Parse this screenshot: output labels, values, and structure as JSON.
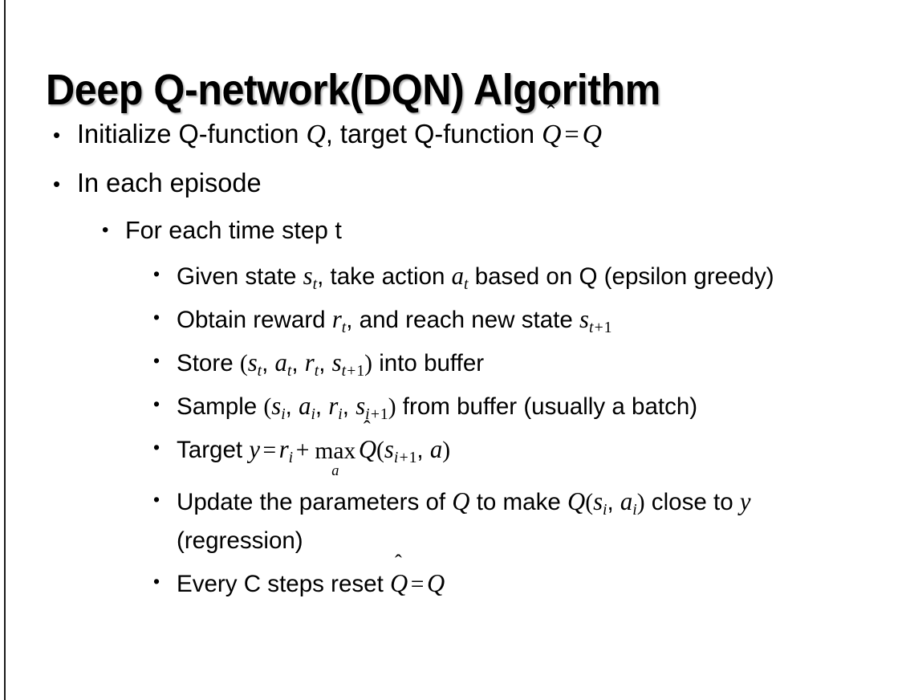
{
  "slide": {
    "title": "Deep Q-network(DQN) Algorithm",
    "background_color": "#ffffff",
    "text_color": "#000000",
    "bullet_glyph": "•"
  },
  "content": {
    "bullets": [
      {
        "level": 1,
        "plain_text": "Initialize Q-function Q, target Q-function Q̂ = Q",
        "segments": [
          {
            "kind": "text",
            "value": "Initialize Q-function "
          },
          {
            "kind": "math-var",
            "value": "Q"
          },
          {
            "kind": "text",
            "value": ", target Q-function "
          },
          {
            "kind": "math-var-hat",
            "value": "Q"
          },
          {
            "kind": "math-op",
            "value": "="
          },
          {
            "kind": "math-var",
            "value": "Q"
          }
        ]
      },
      {
        "level": 1,
        "plain_text": "In each episode",
        "segments": [
          {
            "kind": "text",
            "value": "In each episode"
          }
        ]
      },
      {
        "level": 2,
        "plain_text": "For each time step t",
        "segments": [
          {
            "kind": "text",
            "value": "For each time step t"
          }
        ]
      },
      {
        "level": 3,
        "plain_text": "Given state s_t, take action a_t based on Q (epsilon greedy)",
        "segments": [
          {
            "kind": "text",
            "value": "Given state "
          },
          {
            "kind": "math-var-sub",
            "base": "s",
            "sub": "t"
          },
          {
            "kind": "text",
            "value": ", take action "
          },
          {
            "kind": "math-var-sub",
            "base": "a",
            "sub": "t"
          },
          {
            "kind": "text",
            "value": " based on Q (epsilon greedy)"
          }
        ]
      },
      {
        "level": 3,
        "plain_text": "Obtain reward r_t, and reach new state s_t+1",
        "segments": [
          {
            "kind": "text",
            "value": "Obtain reward "
          },
          {
            "kind": "math-var-sub",
            "base": "r",
            "sub": "t"
          },
          {
            "kind": "text",
            "value": ", and reach new state "
          },
          {
            "kind": "math-var-sub",
            "base": "s",
            "sub": "t+1"
          }
        ]
      },
      {
        "level": 3,
        "plain_text": "Store (s_t, a_t, r_t, s_t+1) into buffer",
        "segments": [
          {
            "kind": "text",
            "value": "Store "
          },
          {
            "kind": "paren",
            "value": "("
          },
          {
            "kind": "math-var-sub",
            "base": "s",
            "sub": "t"
          },
          {
            "kind": "text",
            "value": ", "
          },
          {
            "kind": "math-var-sub",
            "base": "a",
            "sub": "t"
          },
          {
            "kind": "text",
            "value": ", "
          },
          {
            "kind": "math-var-sub",
            "base": "r",
            "sub": "t"
          },
          {
            "kind": "text",
            "value": ", "
          },
          {
            "kind": "math-var-sub",
            "base": "s",
            "sub": "t+1"
          },
          {
            "kind": "paren",
            "value": ")"
          },
          {
            "kind": "text",
            "value": " into buffer"
          }
        ]
      },
      {
        "level": 3,
        "plain_text": "Sample (s_i, a_i, r_i, s_i+1) from buffer (usually a batch)",
        "segments": [
          {
            "kind": "text",
            "value": "Sample "
          },
          {
            "kind": "paren",
            "value": "("
          },
          {
            "kind": "math-var-sub",
            "base": "s",
            "sub": "i"
          },
          {
            "kind": "text",
            "value": ", "
          },
          {
            "kind": "math-var-sub",
            "base": "a",
            "sub": "i"
          },
          {
            "kind": "text",
            "value": ", "
          },
          {
            "kind": "math-var-sub",
            "base": "r",
            "sub": "i"
          },
          {
            "kind": "text",
            "value": ", "
          },
          {
            "kind": "math-var-sub",
            "base": "s",
            "sub": "i+1"
          },
          {
            "kind": "paren",
            "value": ")"
          },
          {
            "kind": "text",
            "value": " from buffer (usually a batch)"
          }
        ]
      },
      {
        "level": 3,
        "plain_text": "Target y = r_i + max_a Q̂(s_i+1, a)",
        "segments": [
          {
            "kind": "text",
            "value": "Target "
          },
          {
            "kind": "math-var",
            "value": "y"
          },
          {
            "kind": "math-op",
            "value": "="
          },
          {
            "kind": "math-var-sub",
            "base": "r",
            "sub": "i"
          },
          {
            "kind": "math-op",
            "value": "+"
          },
          {
            "kind": "max-operator",
            "main": "max",
            "under": "a"
          },
          {
            "kind": "math-var-hat",
            "value": "Q"
          },
          {
            "kind": "paren",
            "value": "("
          },
          {
            "kind": "math-var-sub",
            "base": "s",
            "sub": "i+1"
          },
          {
            "kind": "text",
            "value": ", "
          },
          {
            "kind": "math-var",
            "value": "a"
          },
          {
            "kind": "paren",
            "value": ")"
          }
        ]
      },
      {
        "level": 3,
        "plain_text": "Update the parameters of Q to make Q(s_i, a_i) close to y (regression)",
        "segments": [
          {
            "kind": "text",
            "value": "Update the parameters of "
          },
          {
            "kind": "math-var",
            "value": "Q"
          },
          {
            "kind": "text",
            "value": " to make "
          },
          {
            "kind": "math-var",
            "value": "Q"
          },
          {
            "kind": "paren",
            "value": "("
          },
          {
            "kind": "math-var-sub",
            "base": "s",
            "sub": "i"
          },
          {
            "kind": "text",
            "value": ", "
          },
          {
            "kind": "math-var-sub",
            "base": "a",
            "sub": "i"
          },
          {
            "kind": "paren",
            "value": ")"
          },
          {
            "kind": "text",
            "value": " close to "
          },
          {
            "kind": "math-var",
            "value": "y"
          },
          {
            "kind": "text",
            "value": " (regression)"
          }
        ]
      },
      {
        "level": 3,
        "plain_text": "Every C steps reset Q̂ = Q",
        "segments": [
          {
            "kind": "text",
            "value": "Every C steps reset "
          },
          {
            "kind": "math-var-hat",
            "value": "Q"
          },
          {
            "kind": "math-op",
            "value": "="
          },
          {
            "kind": "math-var",
            "value": "Q"
          }
        ]
      }
    ]
  }
}
